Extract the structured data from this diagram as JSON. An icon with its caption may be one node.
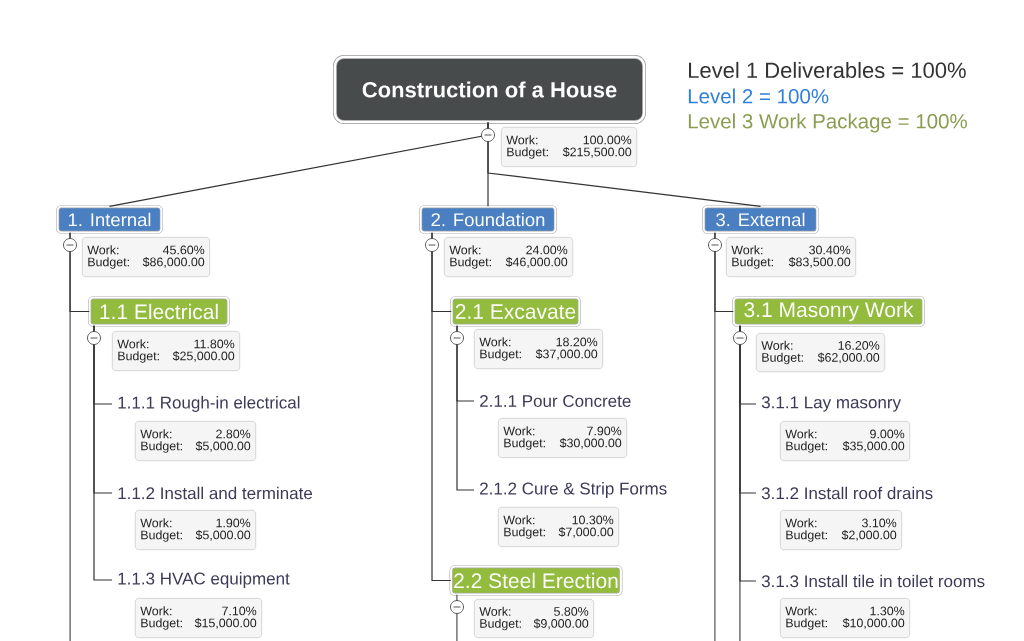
{
  "diagram": {
    "nodes": [
      {
        "text": [
          "Construction of a House"
        ]
      },
      {
        "text": [
          "Work:",
          "100.00%",
          "Budget:",
          "$215,500.00"
        ]
      },
      {
        "text": [
          "1. Internal"
        ]
      },
      {
        "text": [
          "Work:",
          "45.60%",
          "Budget:",
          "$86,000.00"
        ]
      },
      {
        "text": [
          "2. Foundation"
        ]
      },
      {
        "text": [
          "Work:",
          "24.00%",
          "Budget:",
          "$46,000.00"
        ]
      },
      {
        "text": [
          "3. External"
        ]
      },
      {
        "text": [
          "Work:",
          "30.40%",
          "Budget:",
          "$83,500.00"
        ]
      },
      {
        "text": [
          "1.1 Electrical"
        ]
      },
      {
        "text": [
          "Work:",
          "11.80%",
          "Budget:",
          "$25,000.00"
        ]
      },
      {
        "text": [
          "1.1.1 Rough-in electrical"
        ]
      },
      {
        "text": [
          "Work:",
          "2.80%",
          "Budget:",
          "$5,000.00"
        ]
      },
      {
        "text": [
          "1.1.2 Install and terminate"
        ]
      },
      {
        "text": [
          "Work:",
          "1.90%",
          "Budget:",
          "$5,000.00"
        ]
      },
      {
        "text": [
          "1.1.3 HVAC equipment"
        ]
      },
      {
        "text": [
          "Work:",
          "7.10%",
          "Budget:",
          "$15,000.00"
        ]
      },
      {
        "text": [
          "2.1 Excavate"
        ]
      },
      {
        "text": [
          "Work:",
          "18.20%",
          "Budget:",
          "$37,000.00"
        ]
      },
      {
        "text": [
          "2.1.1 Pour Concrete"
        ]
      },
      {
        "text": [
          "Work:",
          "7.90%",
          "Budget:",
          "$30,000.00"
        ]
      },
      {
        "text": [
          "2.1.2 Cure & Strip Forms"
        ]
      },
      {
        "text": [
          "Work:",
          "10.30%",
          "Budget:",
          "$7,000.00"
        ]
      },
      {
        "text": [
          "2.2 Steel Erection"
        ]
      },
      {
        "text": [
          "Work:",
          "5.80%",
          "Budget:",
          "$9,000.00"
        ]
      },
      {
        "text": [
          "3.1 Masonry Work"
        ]
      },
      {
        "text": [
          "Work:",
          "16.20%",
          "Budget:",
          "$62,000.00"
        ]
      },
      {
        "text": [
          "3.1.1 Lay masonry"
        ]
      },
      {
        "text": [
          "Work:",
          "9.00%",
          "Budget:",
          "$35,000.00"
        ]
      },
      {
        "text": [
          "3.1.2 Install roof drains"
        ]
      },
      {
        "text": [
          "Work:",
          "3.10%",
          "Budget:",
          "$2,000.00"
        ]
      },
      {
        "text": [
          "3.1.3 Install tile in toilet rooms"
        ]
      },
      {
        "text": [
          "Work:",
          "1.30%",
          "Budget:",
          "$10,000.00"
        ]
      }
    ],
    "edges": [
      {
        "from": 0,
        "to": 2,
        "arrow": "none"
      },
      {
        "from": 0,
        "to": 4,
        "arrow": "none"
      },
      {
        "from": 0,
        "to": 6,
        "arrow": "none"
      },
      {
        "from": 2,
        "to": 8,
        "arrow": "none"
      },
      {
        "from": 2,
        "to": null,
        "arrow": "none"
      },
      {
        "from": 8,
        "to": 10,
        "arrow": "none"
      },
      {
        "from": 8,
        "to": 12,
        "arrow": "none"
      },
      {
        "from": 8,
        "to": 14,
        "arrow": "none"
      },
      {
        "from": 4,
        "to": 16,
        "arrow": "none"
      },
      {
        "from": 4,
        "to": 22,
        "arrow": "none"
      },
      {
        "from": 16,
        "to": 18,
        "arrow": "none"
      },
      {
        "from": 16,
        "to": 20,
        "arrow": "none"
      },
      {
        "from": 22,
        "to": null,
        "arrow": "none"
      },
      {
        "from": 6,
        "to": 24,
        "arrow": "none"
      },
      {
        "from": 6,
        "to": null,
        "arrow": "none"
      },
      {
        "from": 24,
        "to": 26,
        "arrow": "none"
      },
      {
        "from": 24,
        "to": 28,
        "arrow": "none"
      },
      {
        "from": 24,
        "to": 30,
        "arrow": "none"
      },
      {
        "from": 24,
        "to": null,
        "arrow": "none"
      }
    ],
    "labels": [
      "Level 1 Deliverables = 100%",
      "Level 2 = 100%",
      "Level 3 Work Package = 100%"
    ]
  }
}
